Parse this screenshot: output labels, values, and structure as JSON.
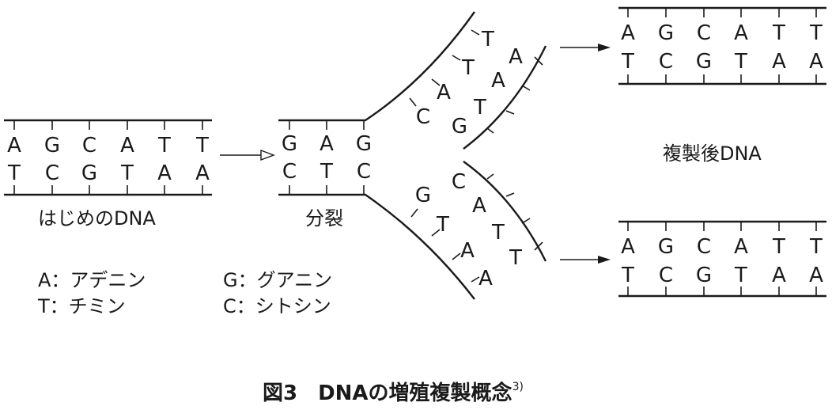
{
  "original": {
    "top": [
      "A",
      "G",
      "C",
      "A",
      "T",
      "T"
    ],
    "bottom": [
      "T",
      "C",
      "G",
      "T",
      "A",
      "A"
    ],
    "label": "はじめのDNA"
  },
  "split": {
    "top": [
      "G",
      "A",
      "G"
    ],
    "bottom": [
      "C",
      "T",
      "C"
    ],
    "label": "分裂",
    "fork_upper": [
      "T",
      "T",
      "A",
      "A",
      "A",
      "C",
      "T",
      "G"
    ],
    "fork_lower": [
      "C",
      "G",
      "A",
      "T",
      "T",
      "A",
      "T",
      "A"
    ]
  },
  "replicated_upper": {
    "top": [
      "A",
      "G",
      "C",
      "A",
      "T",
      "T"
    ],
    "bottom": [
      "T",
      "C",
      "G",
      "T",
      "A",
      "A"
    ]
  },
  "replicated_lower": {
    "top": [
      "A",
      "G",
      "C",
      "A",
      "T",
      "T"
    ],
    "bottom": [
      "T",
      "C",
      "G",
      "T",
      "A",
      "A"
    ]
  },
  "replicated_label": "複製後DNA",
  "legend": {
    "a": "A：アデニン",
    "g": "G：グアニン",
    "t": "T：チミン",
    "c": "C：シトシン"
  },
  "caption": {
    "text": "図3　DNAの増殖複製概念",
    "ref": "3)"
  }
}
